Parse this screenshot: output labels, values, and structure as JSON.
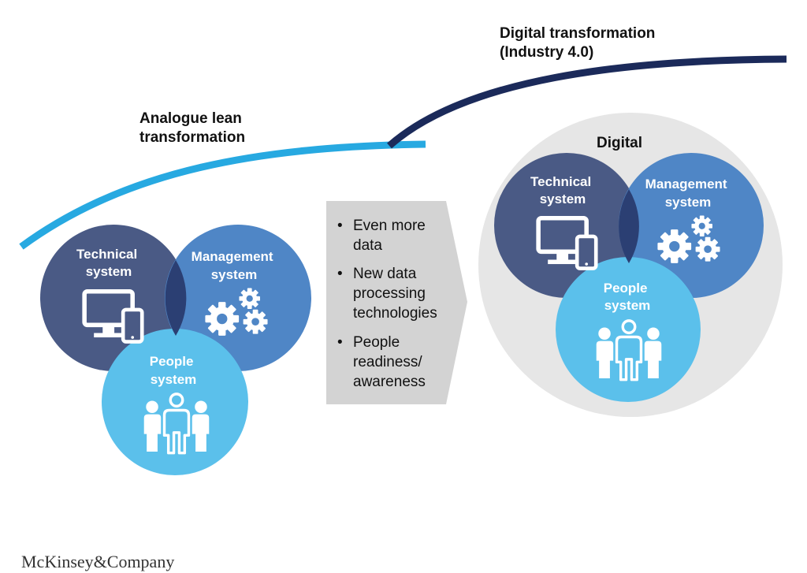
{
  "colors": {
    "light_blue_curve": "#27a9e1",
    "dark_navy_curve": "#1b2a5a",
    "technical_circle": "#4a5a85",
    "management_circle": "#4f86c6",
    "people_circle": "#5bc0eb",
    "overlap_dark": "#2b3f73",
    "digital_background": "#e6e6e6",
    "arrow_box": "#d3d3d3"
  },
  "curves": {
    "analogue_label": [
      "Analogue lean",
      "transformation"
    ],
    "digital_label": [
      "Digital transformation",
      "(Industry 4.0)"
    ]
  },
  "left_venn": {
    "technical": [
      "Technical",
      "system"
    ],
    "management": [
      "Management",
      "system"
    ],
    "people": [
      "People",
      "system"
    ],
    "icons": [
      "monitor-tablet-icon",
      "gears-icon",
      "people-group-icon"
    ]
  },
  "arrow": {
    "bullets": [
      [
        "Even more",
        "data"
      ],
      [
        "New data",
        "processing",
        "technologies"
      ],
      [
        "People",
        "readiness/",
        "awareness"
      ]
    ]
  },
  "right_venn": {
    "title": "Digital",
    "technical": [
      "Technical",
      "system"
    ],
    "management": [
      "Management",
      "system"
    ],
    "people": [
      "People",
      "system"
    ],
    "icons": [
      "monitor-tablet-icon",
      "gears-icon",
      "people-group-icon"
    ]
  },
  "footer": {
    "logo": "McKinsey&Company"
  }
}
